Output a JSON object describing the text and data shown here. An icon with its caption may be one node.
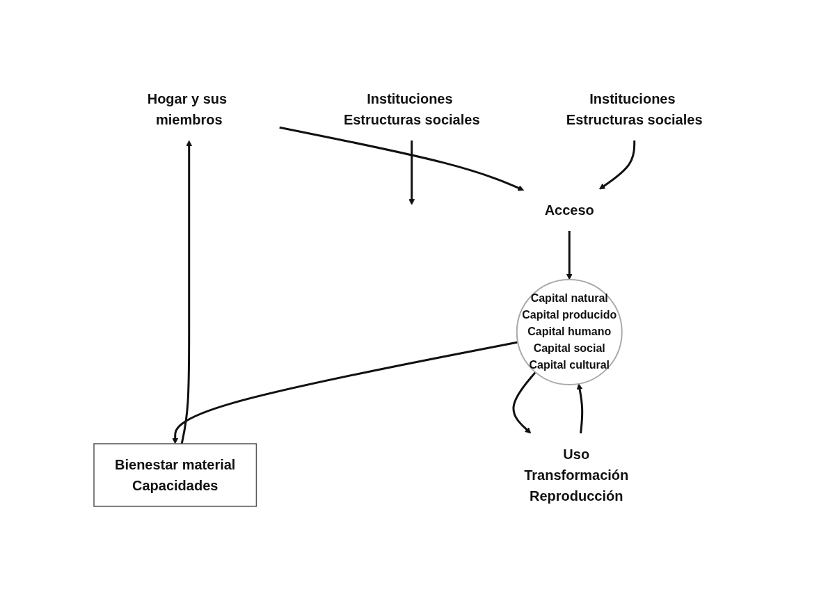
{
  "diagram": {
    "nodes": [
      {
        "text": [
          "Hogar y sus miembros"
        ]
      },
      {
        "text": [
          "Instituciones Estructuras sociales"
        ]
      },
      {
        "text": [
          "Acceso"
        ]
      },
      {
        "text": [
          "Bienestar material",
          "Capacidades"
        ]
      },
      {
        "text": [
          "Capital natural",
          "Capital producido",
          "Capital humano",
          "Capital social",
          "Capital cultural"
        ]
      },
      {
        "text": [
          "Instituciones Estructuras sociales"
        ]
      },
      {
        "text": [
          "Uso",
          "Transformación",
          "Reproducción"
        ]
      }
    ],
    "edges": [
      {
        "from": 0,
        "to": 2,
        "arrow": "to"
      },
      {
        "from": 1,
        "to": 2,
        "arrow": "to"
      },
      {
        "from": 2,
        "to": 4,
        "arrow": "to"
      },
      {
        "from": 4,
        "to": 3,
        "arrow": "to"
      },
      {
        "from": 3,
        "to": 0,
        "arrow": "to"
      },
      {
        "from": 4,
        "to": 6,
        "arrow": "to"
      },
      {
        "from": 6,
        "to": 4,
        "arrow": "to"
      },
      {
        "from": 5,
        "to": null,
        "arrow": "to"
      }
    ]
  }
}
